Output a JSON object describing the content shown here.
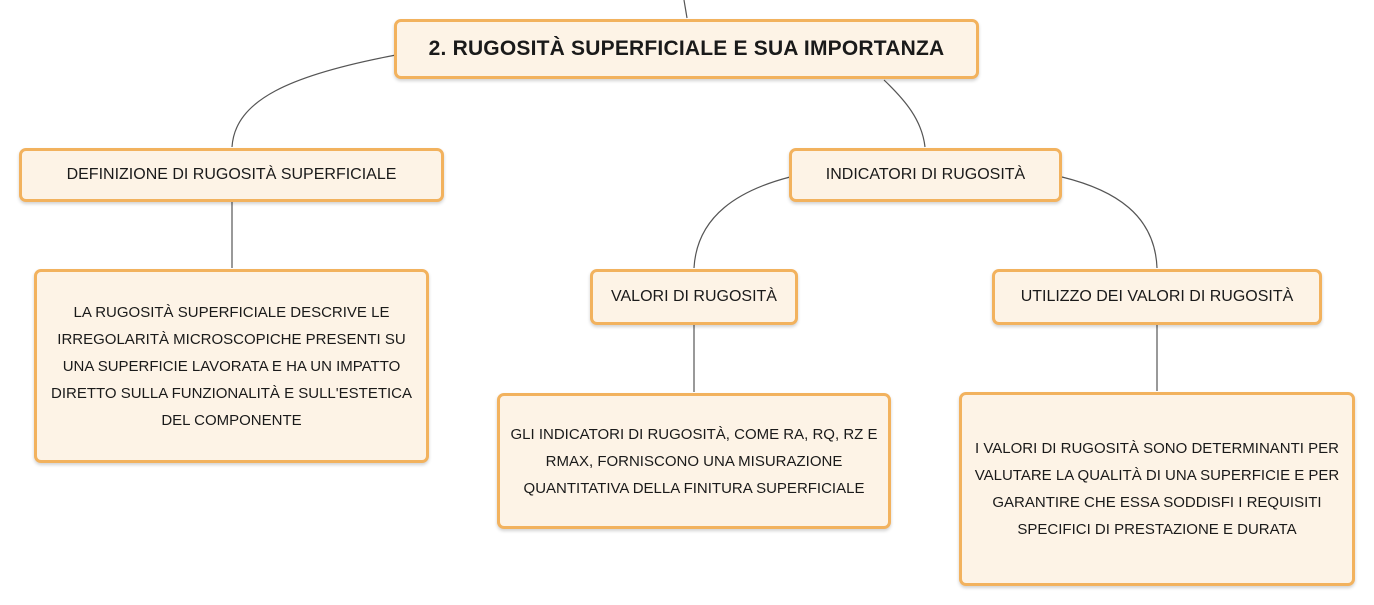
{
  "mindmap": {
    "root": {
      "label": "2. RUGOSITÀ SUPERFICIALE E SUA IMPORTANZA"
    },
    "definizione": {
      "label": "DEFINIZIONE DI RUGOSITÀ SUPERFICIALE",
      "detail": "LA RUGOSITÀ SUPERFICIALE DESCRIVE LE IRREGOLARITÀ MICROSCOPICHE PRESENTI SU UNA SUPERFICIE LAVORATA E HA UN IMPATTO DIRETTO SULLA FUNZIONALITÀ E SULL'ESTETICA DEL COMPONENTE"
    },
    "indicatori": {
      "label": "INDICATORI DI RUGOSITÀ",
      "valori": {
        "label": "VALORI DI RUGOSITÀ",
        "detail": "GLI INDICATORI DI RUGOSITÀ, COME RA, RQ, RZ E RMAX, FORNISCONO UNA MISURAZIONE QUANTITATIVA DELLA FINITURA SUPERFICIALE"
      },
      "utilizzo": {
        "label": "UTILIZZO DEI VALORI DI RUGOSITÀ",
        "detail": "I VALORI DI RUGOSITÀ SONO DETERMINANTI PER VALUTARE LA QUALITÀ DI UNA SUPERFICIE E PER GARANTIRE CHE ESSA SODDISFI I REQUISITI SPECIFICI DI PRESTAZIONE E DURATA"
      }
    },
    "colors": {
      "border": "#f2b25e",
      "fill": "#fdf3e6",
      "connector": "#555555"
    }
  }
}
